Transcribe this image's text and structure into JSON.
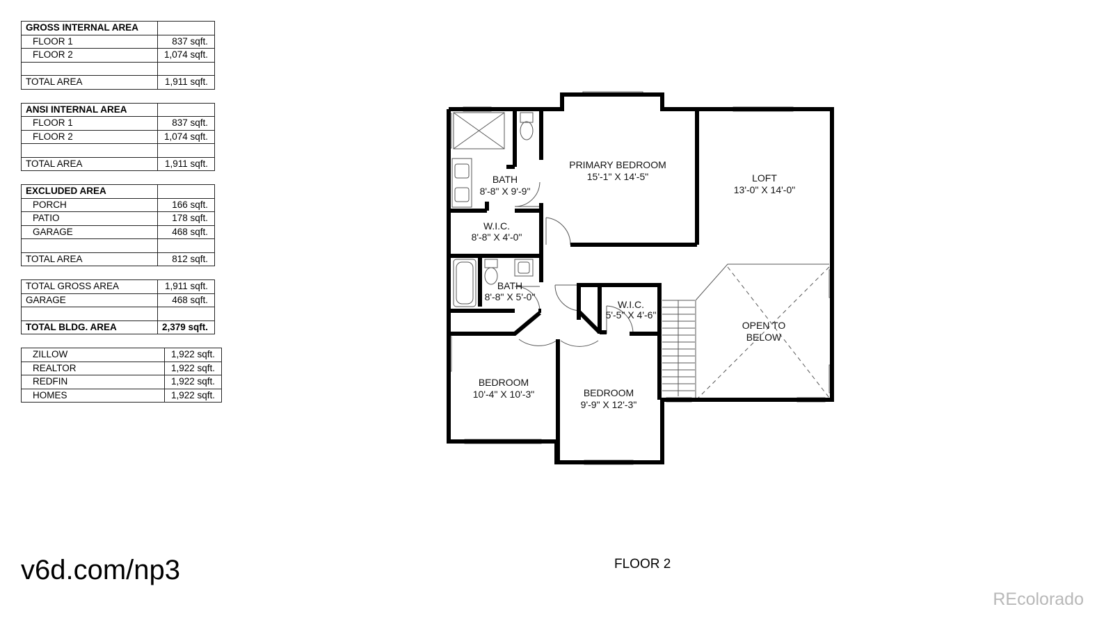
{
  "tables": [
    {
      "rows": [
        {
          "label": "GROSS INTERNAL AREA",
          "value": "",
          "style": "head"
        },
        {
          "label": "FLOOR 1",
          "value": "837 sqft.",
          "style": "indent"
        },
        {
          "label": "FLOOR 2",
          "value": "1,074 sqft.",
          "style": "indent"
        },
        {
          "label": "",
          "value": "",
          "style": "spacer"
        },
        {
          "label": "TOTAL AREA",
          "value": "1,911 sqft.",
          "style": ""
        }
      ]
    },
    {
      "rows": [
        {
          "label": "ANSI INTERNAL AREA",
          "value": "",
          "style": "head"
        },
        {
          "label": "FLOOR 1",
          "value": "837 sqft.",
          "style": "indent"
        },
        {
          "label": "FLOOR 2",
          "value": "1,074 sqft.",
          "style": "indent"
        },
        {
          "label": "",
          "value": "",
          "style": "spacer"
        },
        {
          "label": "TOTAL AREA",
          "value": "1,911 sqft.",
          "style": ""
        }
      ]
    },
    {
      "rows": [
        {
          "label": "EXCLUDED AREA",
          "value": "",
          "style": "head"
        },
        {
          "label": "PORCH",
          "value": "166 sqft.",
          "style": "indent"
        },
        {
          "label": "PATIO",
          "value": "178 sqft.",
          "style": "indent"
        },
        {
          "label": "GARAGE",
          "value": "468 sqft.",
          "style": "indent"
        },
        {
          "label": "",
          "value": "",
          "style": "spacer"
        },
        {
          "label": "TOTAL AREA",
          "value": "812 sqft.",
          "style": ""
        }
      ]
    },
    {
      "rows": [
        {
          "label": "TOTAL GROSS AREA",
          "value": "1,911 sqft.",
          "style": ""
        },
        {
          "label": "GARAGE",
          "value": "468 sqft.",
          "style": ""
        },
        {
          "label": "",
          "value": "",
          "style": "spacer"
        },
        {
          "label": "TOTAL BLDG. AREA",
          "value": "2,379 sqft.",
          "style": "bold"
        }
      ]
    },
    {
      "rows": [
        {
          "label": "ZILLOW",
          "value": "1,922 sqft.",
          "style": "indent"
        },
        {
          "label": "REALTOR",
          "value": "1,922 sqft.",
          "style": "indent"
        },
        {
          "label": "REDFIN",
          "value": "1,922 sqft.",
          "style": "indent"
        },
        {
          "label": "HOMES",
          "value": "1,922 sqft.",
          "style": "indent"
        }
      ]
    }
  ],
  "rooms": {
    "primary_bedroom": {
      "name": "PRIMARY BEDROOM",
      "dims": "15'-1\" X 14'-5\""
    },
    "loft": {
      "name": "LOFT",
      "dims": "13'-0\" X 14'-0\""
    },
    "bath_1": {
      "name": "BATH",
      "dims": "8'-8\" X 9'-9\""
    },
    "wic_1": {
      "name": "W.I.C.",
      "dims": "8'-8\" X 4'-0\""
    },
    "bath_2": {
      "name": "BATH",
      "dims": "8'-8\" X 5'-0\""
    },
    "wic_2": {
      "name": "W.I.C.",
      "dims": "5'-5\" X 4'-6\""
    },
    "open_to_below": {
      "name": "OPEN TO",
      "dims": "BELOW"
    },
    "bedroom_1": {
      "name": "BEDROOM",
      "dims": "10'-4\" X 10'-3\""
    },
    "bedroom_2": {
      "name": "BEDROOM",
      "dims": "9'-9\" X 12'-3\""
    }
  },
  "footer": {
    "url": "v6d.com/np3",
    "floor_label": "FLOOR 2",
    "brand": "REcolorado"
  }
}
